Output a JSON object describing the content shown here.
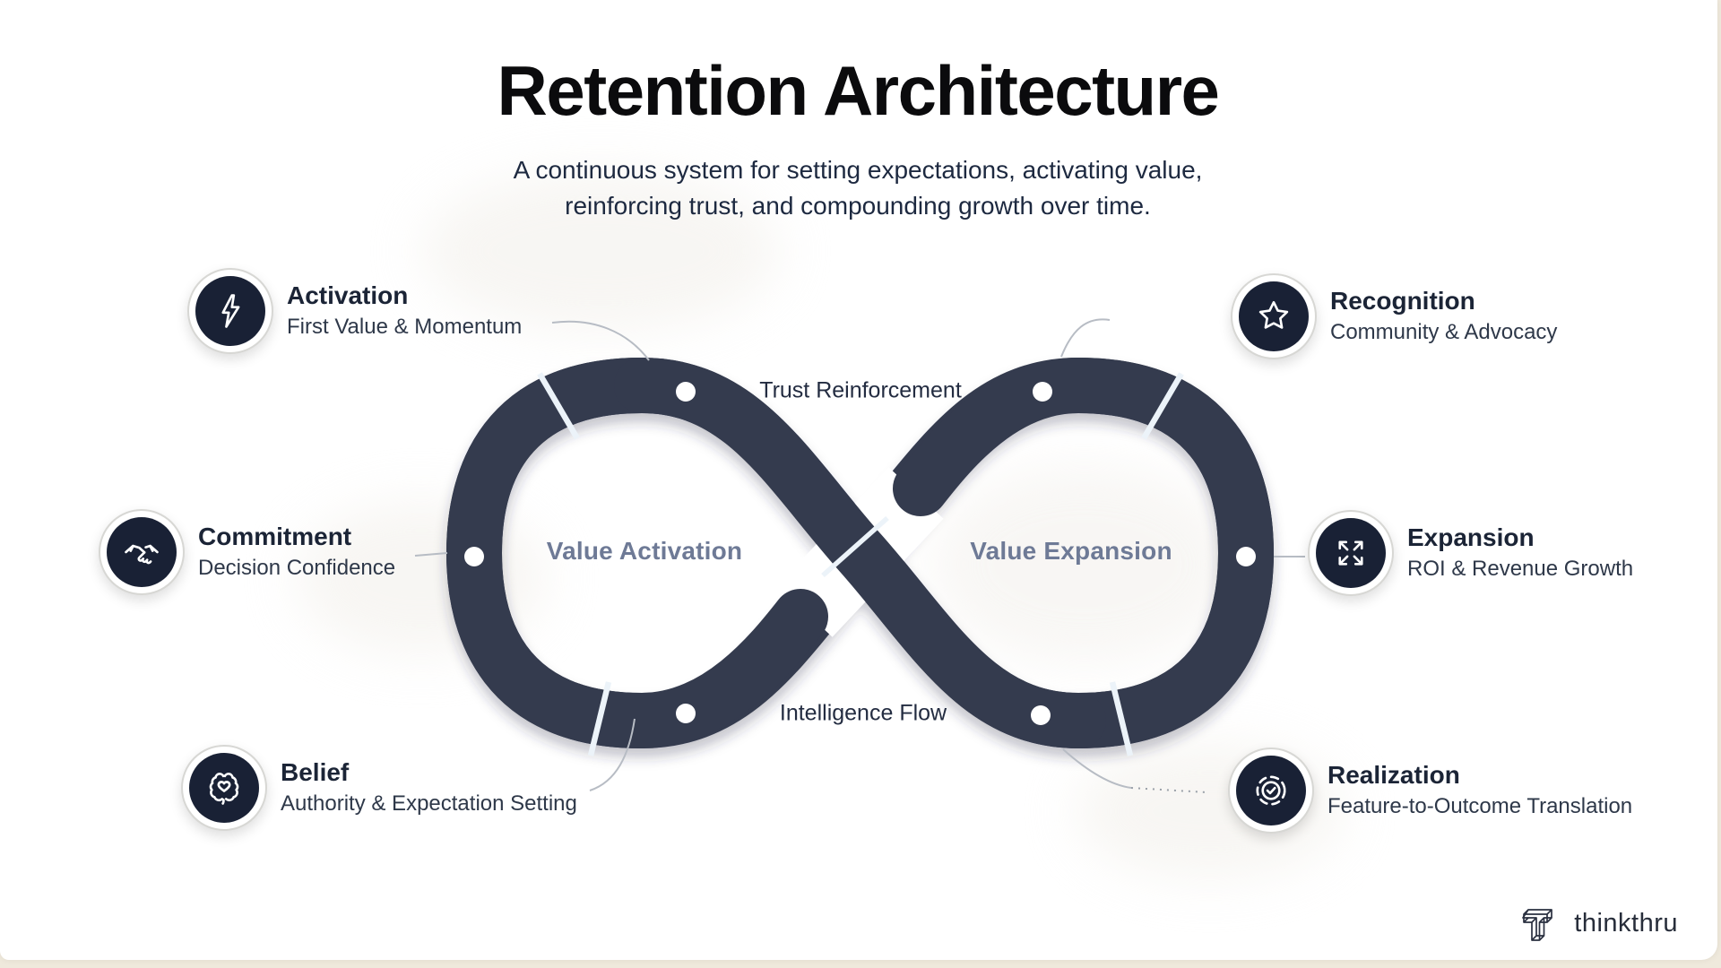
{
  "title": "Retention Architecture",
  "subtitle_line1": "A continuous system for setting expectations, activating value,",
  "subtitle_line2": "reinforcing trust, and compounding growth over time.",
  "loop": {
    "left_label": "Value Activation",
    "right_label": "Value Expansion",
    "top_label": "Trust Reinforcement",
    "bottom_label": "Intelligence Flow",
    "band_color": "#343b4e",
    "cut_color": "#ecf3f9",
    "dot_color": "#ffffff",
    "center_label_color": "#6e7a96",
    "dot_count": 6,
    "segment_count": 6
  },
  "nodes": [
    {
      "id": "activation",
      "title": "Activation",
      "subtitle": "First Value & Momentum",
      "icon": "lightning-icon"
    },
    {
      "id": "commitment",
      "title": "Commitment",
      "subtitle": "Decision Confidence",
      "icon": "handshake-icon"
    },
    {
      "id": "belief",
      "title": "Belief",
      "subtitle": "Authority & Expectation Setting",
      "icon": "brain-heart-icon"
    },
    {
      "id": "recognition",
      "title": "Recognition",
      "subtitle": "Community & Advocacy",
      "icon": "star-icon"
    },
    {
      "id": "expansion",
      "title": "Expansion",
      "subtitle": "ROI & Revenue Growth",
      "icon": "expand-arrows-icon"
    },
    {
      "id": "realization",
      "title": "Realization",
      "subtitle": "Feature-to-Outcome Translation",
      "icon": "badge-check-icon"
    }
  ],
  "brand": {
    "name": "thinkthru",
    "logo_icon": "wireframe-t-icon"
  },
  "colors": {
    "background_frame": "#efe9dc",
    "card": "#ffffff",
    "node_circle": "#192135",
    "node_title": "#1b2436",
    "node_subtitle": "#2e3849",
    "main_title": "#0b0b0d",
    "main_subtitle": "#1d2940",
    "connector": "#b7bcc4"
  }
}
